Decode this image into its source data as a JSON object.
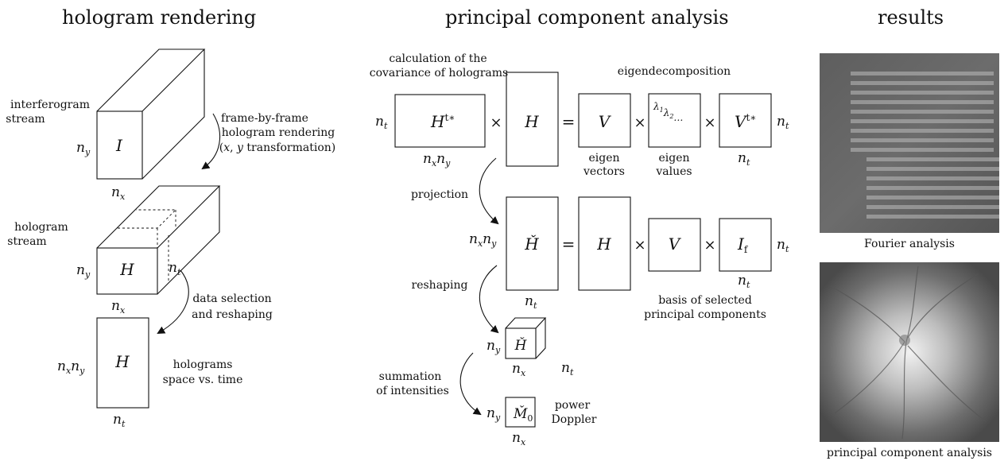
{
  "sections": {
    "rendering": "hologram rendering",
    "pca": "principal component analysis",
    "results": "results"
  },
  "rendering": {
    "interferogram_label_1": "interferogram",
    "interferogram_label_2": "stream",
    "step1_line1": "frame-by-frame",
    "step1_line2": "hologram rendering",
    "step1_line3": "(x, y transformation)",
    "hologram_stream_1": "hologram",
    "hologram_stream_2": "stream",
    "step2_line1": "data selection",
    "step2_line2": "and reshaping",
    "holograms_1": "holograms",
    "holograms_2": "space vs. time",
    "box_I": "I",
    "box_H": "H",
    "box_H2": "H",
    "ny1": "n_y",
    "nx1": "n_x",
    "ny2": "n_y",
    "nx2": "n_x",
    "nt2": "n_t",
    "nxny3": "n_x n_y",
    "nt3": "n_t"
  },
  "pca": {
    "cov_1": "calculation of the",
    "cov_2": "covariance of holograms",
    "eigendecomposition": "eigendecomposition",
    "Ht_star": "H^{t*}",
    "H": "H",
    "V": "V",
    "lambdas": "λ1 λ2 ...",
    "Vt_star": "V^{t*}",
    "times": "×",
    "equals": "=",
    "nt_left": "n_t",
    "nxny_below": "n_x n_y",
    "eigen_vectors_1": "eigen",
    "eigen_vectors_2": "vectors",
    "eigen_values_1": "eigen",
    "eigen_values_2": "values",
    "nt_right": "n_t",
    "nt_below_V": "n_t",
    "projection": "projection",
    "H_breve": "Ȟ",
    "nxny_row2": "n_x n_y",
    "H_row2": "H",
    "V_row2": "V",
    "If": "I_f",
    "nt_row2_right": "n_t",
    "nt_row2_below": "n_t",
    "nt_below_Hb": "n_t",
    "basis_1": "basis of selected",
    "basis_2": "principal components",
    "reshaping": "reshaping",
    "ny_cube": "n_y",
    "nx_cube": "n_x",
    "nt_cube": "n_t",
    "summation_1": "summation",
    "summation_2": "of intensities",
    "M0": "M̌0",
    "ny_M": "n_y",
    "nx_M": "n_x",
    "power": "power",
    "doppler": "Doppler"
  },
  "results": {
    "fourier_caption": "Fourier analysis",
    "pca_caption": "principal component analysis"
  }
}
